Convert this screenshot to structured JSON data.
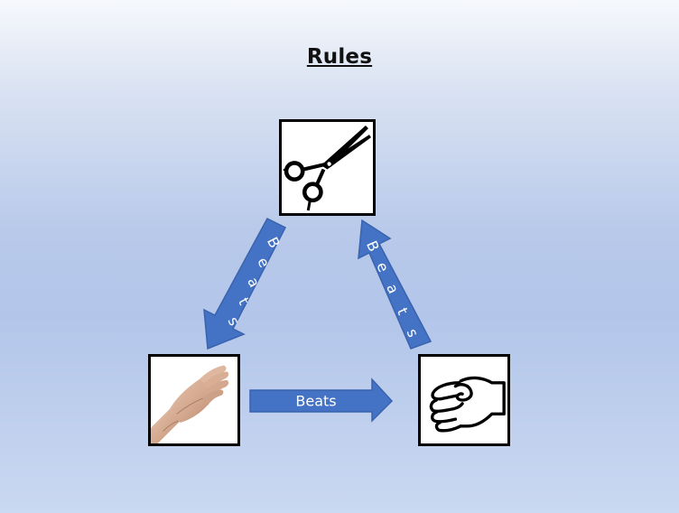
{
  "slide": {
    "title": "Rules",
    "arrows": {
      "horizontal_label": "Beats",
      "left_diagonal_letters": [
        "B",
        "e",
        "a",
        "t",
        "s"
      ],
      "right_diagonal_letters": [
        "B",
        "e",
        "a",
        "t",
        "s"
      ]
    },
    "items": [
      {
        "name": "scissors",
        "icon": "scissors-icon"
      },
      {
        "name": "paper",
        "icon": "paper-hand-icon"
      },
      {
        "name": "rock",
        "icon": "fist-icon"
      }
    ],
    "colors": {
      "arrow_fill": "#4472c4",
      "arrow_stroke": "#3a63ad",
      "label_text": "#ffffff",
      "box_border": "#000000"
    }
  }
}
